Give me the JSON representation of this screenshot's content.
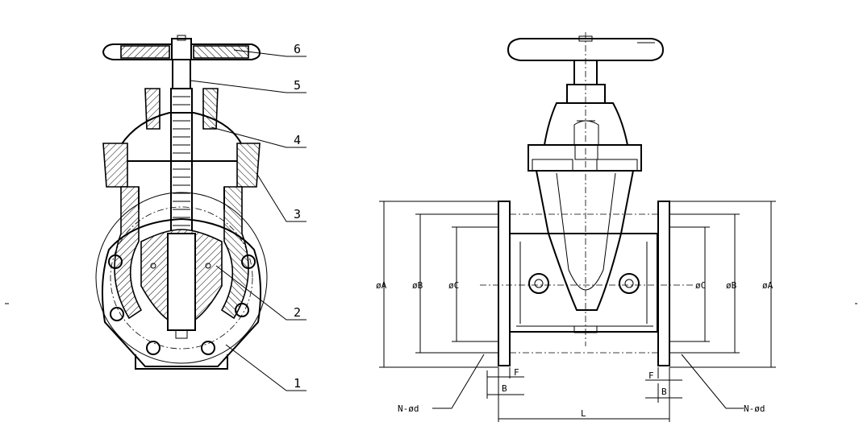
{
  "section_view": {
    "part_numbers": [
      "6",
      "5",
      "4",
      "3",
      "2",
      "1"
    ]
  },
  "front_view": {
    "left_dims": [
      "øA",
      "øB",
      "øC"
    ],
    "right_dims": [
      "øC",
      "øB",
      "øA"
    ],
    "flange_thickness": "F",
    "bolt_label": "B",
    "bolt_holes_left": "N-ød",
    "bolt_holes_right": "N-ød",
    "length": "L"
  }
}
